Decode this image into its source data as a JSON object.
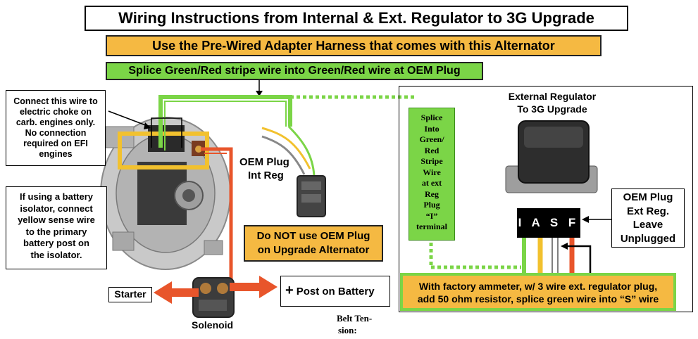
{
  "title": "Wiring Instructions from Internal & Ext. Regulator to 3G Upgrade",
  "banner_harness": "Use the Pre-Wired Adapter Harness that comes with this Alternator",
  "banner_splice": "Splice Green/Red stripe wire into Green/Red wire at OEM Plug",
  "notes": {
    "choke": [
      "Connect this wire to",
      "electric choke on",
      "carb. engines only.",
      "No connection",
      "required on EFI",
      "engines"
    ],
    "isolator": [
      "If using a battery",
      "isolator, connect",
      "yellow sense wire",
      "to the primary",
      "battery post on",
      "the isolator."
    ]
  },
  "oem_plug_int": [
    "OEM Plug",
    "Int Reg"
  ],
  "do_not_use": [
    "Do NOT use OEM Plug",
    "on Upgrade Alternator"
  ],
  "ext_reg": {
    "title": [
      "External Regulator",
      "To 3G Upgrade"
    ],
    "splice_note": [
      "Splice",
      "Into",
      "Green/",
      "Red",
      "Stripe",
      "Wire",
      "at ext",
      "Reg",
      "Plug",
      "“I”",
      "terminal"
    ],
    "plug_letters": "I A S F",
    "oem_plug_ext": [
      "OEM Plug",
      "Ext Reg.",
      "Leave",
      "Unplugged"
    ]
  },
  "ammeter_note": [
    "With factory ammeter, w/ 3 wire ext. regulator plug,",
    "add 50 ohm resistor, splice green wire into “S” wire"
  ],
  "starter": "Starter",
  "post_on_battery": {
    "plus": "+",
    "label": "Post on Battery"
  },
  "solenoid": "Solenoid",
  "belt_tension": [
    "Belt Ten-",
    "sion:"
  ],
  "colors": {
    "orange": "#f5b942",
    "green": "#7bd547",
    "red_wire": "#e8552b",
    "yellow_wire": "#f2c12e"
  }
}
